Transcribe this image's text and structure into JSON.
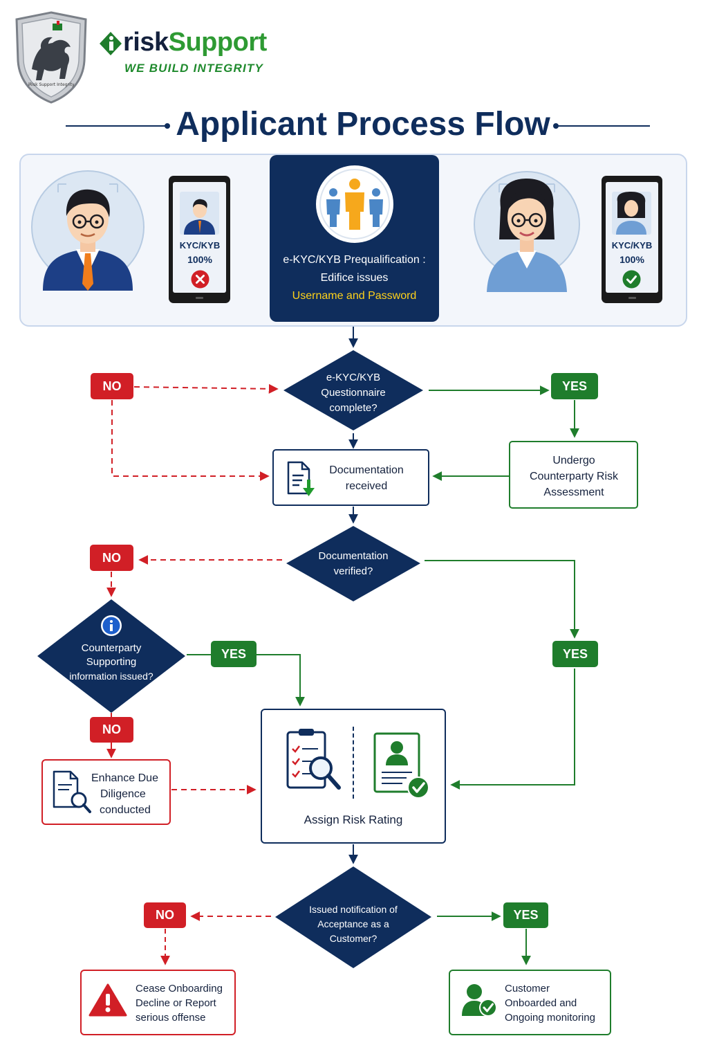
{
  "brand": {
    "name_prefix": "risk",
    "name_suffix": "Support",
    "tagline": "WE BUILD INTEGRITY",
    "shield_text": "iRisk Support Integrity"
  },
  "page": {
    "title": "Applicant Process Flow"
  },
  "phones": {
    "left": {
      "line1": "KYC/KYB",
      "line2": "100%",
      "status": "fail"
    },
    "right": {
      "line1": "KYC/KYB",
      "line2": "100%",
      "status": "pass"
    }
  },
  "prequal": {
    "line1": "e-KYC/KYB Prequalification :",
    "line2": "Edifice issues",
    "line3": "Username and Password"
  },
  "decisions": {
    "questionnaire": [
      "e-KYC/KYB",
      "Questionnaire",
      "complete?"
    ],
    "doc_verified": [
      "Documentation",
      "verified?"
    ],
    "supporting_info": [
      "Counterparty",
      "Supporting",
      "information issued?"
    ],
    "acceptance": [
      "Issued notification of",
      "Acceptance as a",
      "Customer?"
    ]
  },
  "steps": {
    "documentation_received": [
      "Documentation",
      "received"
    ],
    "counterparty_assessment": [
      "Undergo",
      "Counterparty Risk",
      "Assessment"
    ],
    "enhanced_dd": [
      "Enhance Due",
      "Diligence",
      "conducted"
    ],
    "assign_rating": "Assign Risk Rating",
    "cease": [
      "Cease Onboarding",
      "Decline or Report",
      "serious offense"
    ],
    "onboarded": [
      "Customer",
      "Onboarded and",
      "Ongoing monitoring"
    ]
  },
  "labels": {
    "no": "NO",
    "yes": "YES"
  },
  "colors": {
    "navy": "#0f2d5c",
    "no_red": "#d11f26",
    "yes_green": "#1f7d2c",
    "brand_green": "#2e9a33",
    "highlight_yellow": "#ffd21a",
    "panel_bg": "#f3f6fb"
  },
  "icons": [
    "shield-lion-logo-icon",
    "people-group-icon",
    "document-download-icon",
    "info-icon",
    "clipboard-search-icon",
    "profile-check-icon",
    "document-search-icon",
    "warning-icon",
    "user-check-icon",
    "cross-icon",
    "check-icon"
  ]
}
